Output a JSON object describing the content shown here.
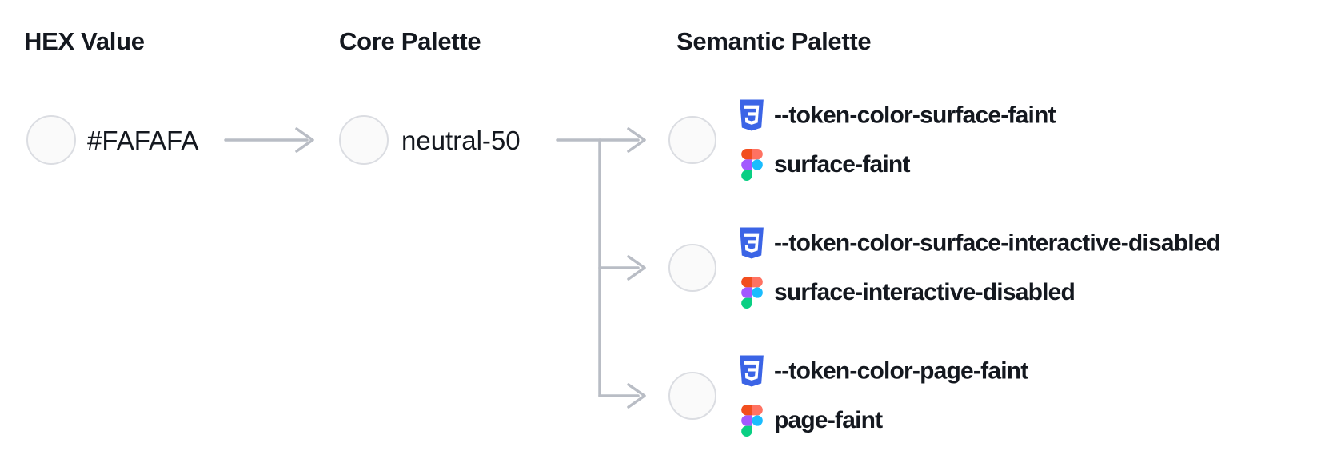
{
  "headers": {
    "hex": "HEX Value",
    "core": "Core Palette",
    "semantic": "Semantic Palette"
  },
  "hex_node": {
    "value": "#FAFAFA",
    "swatch_color": "#FAFAFA"
  },
  "core_node": {
    "name": "neutral-50",
    "swatch_color": "#FAFAFA"
  },
  "semantic_nodes": [
    {
      "css_variable": "--token-color-surface-faint",
      "figma_style": "surface-faint",
      "swatch_color": "#FAFAFA"
    },
    {
      "css_variable": "--token-color-surface-interactive-disabled",
      "figma_style": "surface-interactive-disabled",
      "swatch_color": "#FAFAFA"
    },
    {
      "css_variable": "--token-color-page-faint",
      "figma_style": "page-faint",
      "swatch_color": "#FAFAFA"
    }
  ],
  "icons": {
    "css_variable_icon": "css3-shield-icon",
    "figma_style_icon": "figma-logo-icon"
  },
  "colors": {
    "background": "#FFFFFF",
    "text": "#14181F",
    "connector_gray": "#B9BDC5",
    "swatch_fill": "#FAFAFA",
    "swatch_border": "#DBDDE2",
    "css_icon_blue": "#3B64E6",
    "figma_orange": "#F24E1E",
    "figma_salmon": "#FF7262",
    "figma_purple": "#A259FF",
    "figma_blue": "#1ABCFE",
    "figma_green": "#0ACF83"
  }
}
